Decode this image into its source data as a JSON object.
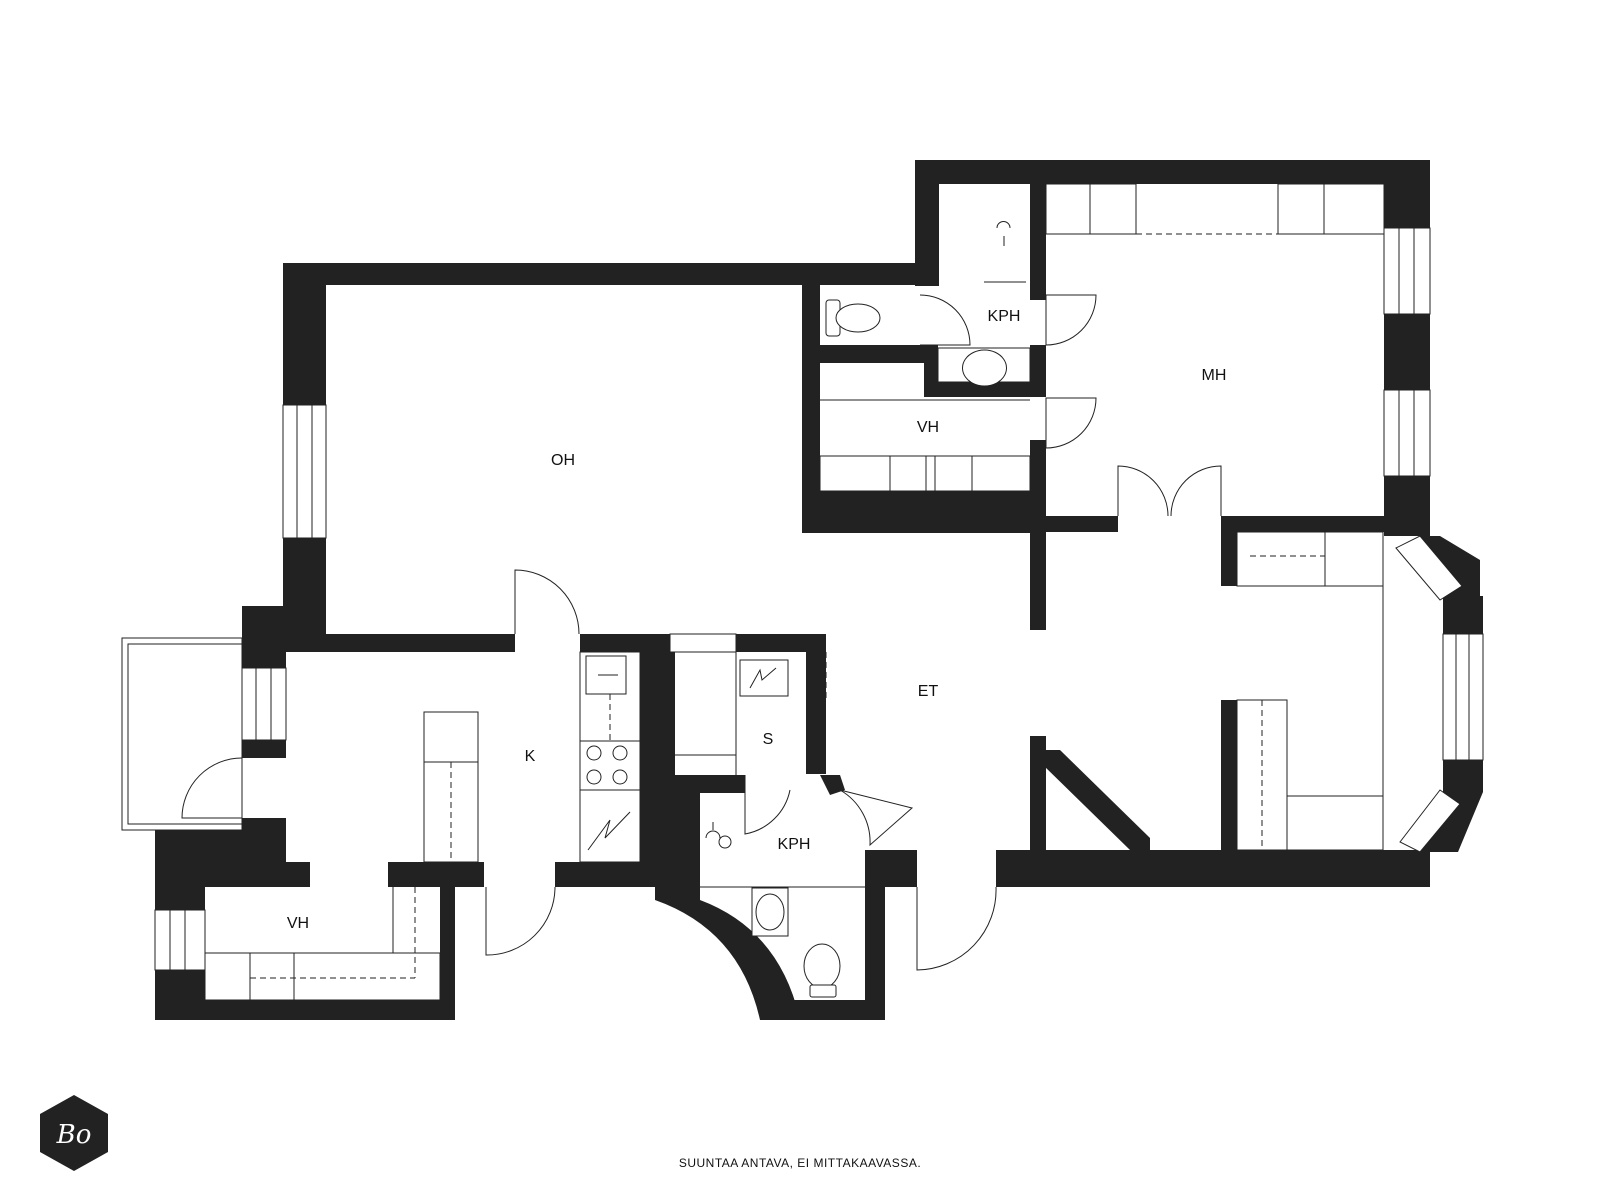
{
  "rooms": {
    "oh": "OH",
    "mh": "MH",
    "kph_top": "KPH",
    "vh_top": "VH",
    "et": "ET",
    "k": "K",
    "s": "S",
    "kph_bottom": "KPH",
    "vh_bottom": "VH"
  },
  "footer_note": "SUUNTAA ANTAVA, EI MITTAKAAVASSA.",
  "logo_text": "Bo",
  "colors": {
    "wall": "#222222",
    "background": "#ffffff"
  }
}
